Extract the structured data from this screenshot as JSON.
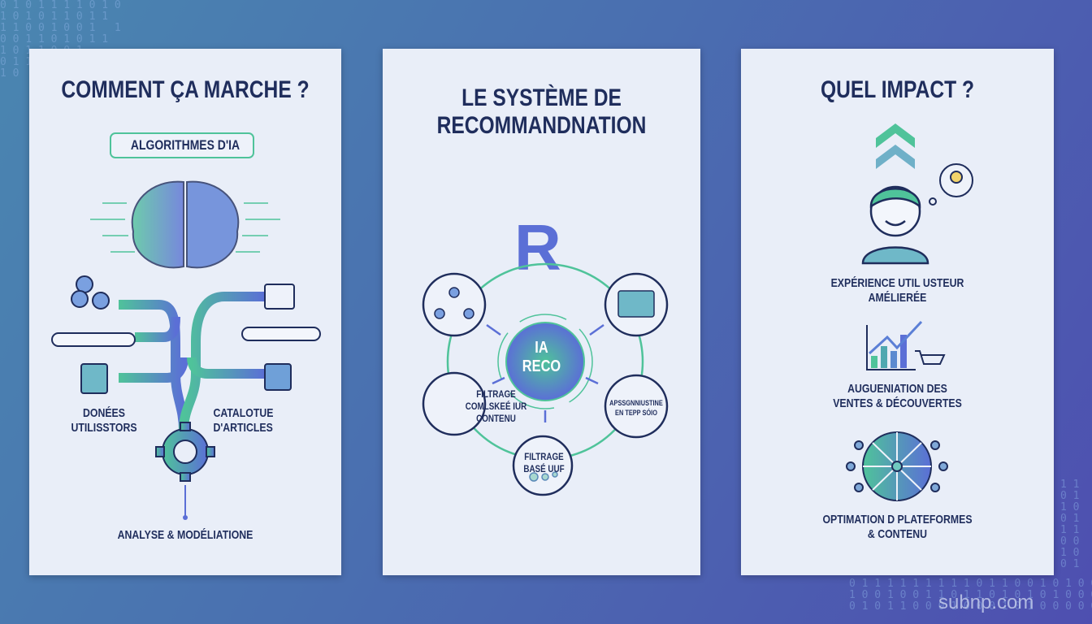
{
  "panels": [
    {
      "title": "COMMENT ÇA MARCHE ?",
      "badge": "ALGORITHMES D'IA",
      "left_label_1": "DONÉES",
      "left_label_2": "UTILISSTORS",
      "right_label_1": "CATALOTUE",
      "right_label_2": "D'ARTICLES",
      "bottom_label": "ANALYSE & MODÉLIATIONE"
    },
    {
      "title_1": "LE SYSTÈME DE",
      "title_2": "RECOMMANDNATION",
      "logo": "R",
      "center_1": "IA",
      "center_2": "RECO",
      "node_left": [
        "FILTRAGE",
        "COMLSKEÉ IUR",
        "CONTENU"
      ],
      "node_bottom": [
        "FILTRAGE",
        "BASÉ UUF"
      ],
      "node_right": [
        "APSSGNNIUSTINE",
        "EN TEPP SÓIO"
      ]
    },
    {
      "title": "QUEL IMPACT ?",
      "item_1": [
        "EXPÉRIENCE UTIL USTEUR",
        "AMÉLIERÉE"
      ],
      "item_2": [
        "AUGUENIATION DES",
        "VENTES & DÉCOUVERTES"
      ],
      "item_3": [
        "OPTIMATION D PLATEFORMES",
        "& CONTENU"
      ]
    }
  ],
  "watermark": "subnp.com",
  "colors": {
    "navy": "#1f2d5c",
    "green": "#4fc39a",
    "blue": "#5b6fd6"
  }
}
